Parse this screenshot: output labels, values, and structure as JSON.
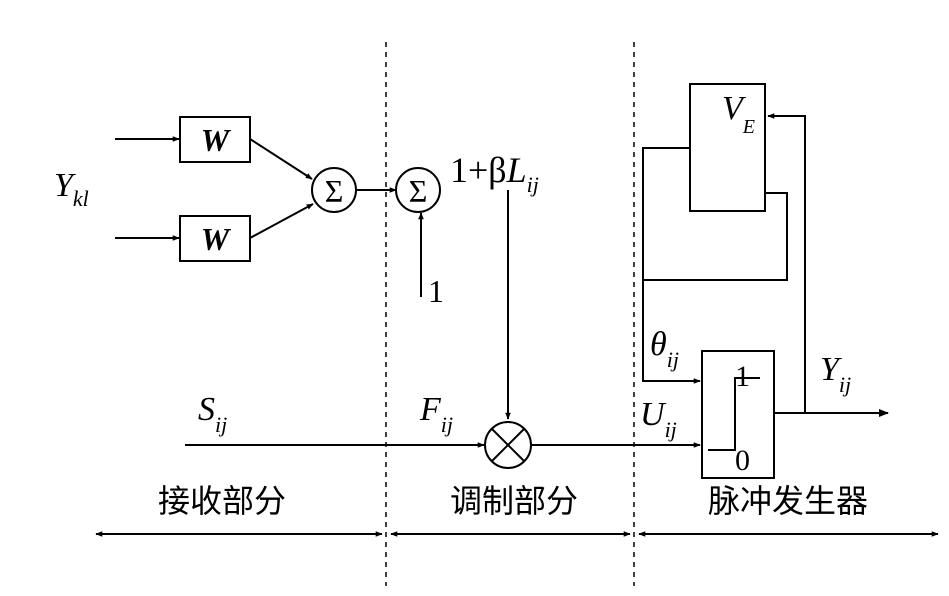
{
  "weights": {
    "w_top": "W",
    "w_bottom": "W"
  },
  "sums": {
    "sum1": "Σ",
    "sum2": "Σ"
  },
  "symbols": {
    "multiplier": "⊗"
  },
  "labels": {
    "input_main": "Y",
    "input_sub": "kl",
    "bias_value": "1",
    "link_prefix": "1+β",
    "link_main": "L",
    "link_sub": "ij",
    "stim_main": "S",
    "stim_sub": "ij",
    "feed_main": "F",
    "feed_sub": "ij",
    "internal_main": "U",
    "internal_sub": "ij",
    "threshold_main": "θ",
    "threshold_sub": "ij",
    "output_main": "Y",
    "output_sub": "ij",
    "ve_main": "V",
    "ve_sub": "E",
    "step_high": "1",
    "step_low": "0"
  },
  "sections": {
    "receive": "接收部分",
    "modulate": "调制部分",
    "pulse": "脉冲发生器"
  }
}
